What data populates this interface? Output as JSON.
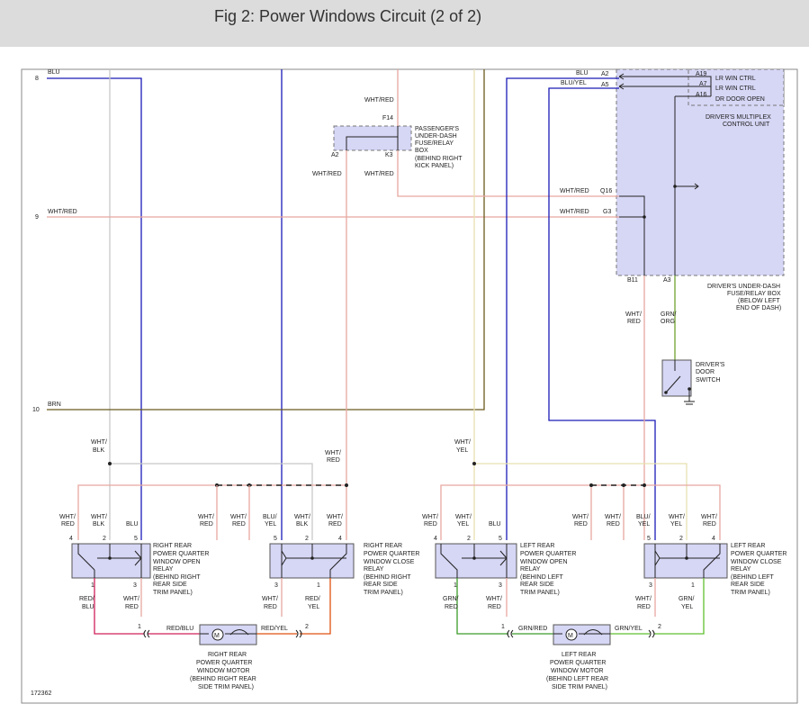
{
  "header": {
    "title": "Fig 2: Power Windows Circuit (2 of 2)"
  },
  "figure_id": "172362",
  "row_numbers": [
    "8",
    "9",
    "10"
  ],
  "colors": {
    "blu": "#1a1ab8",
    "wht": "#c8c8c8",
    "whtred": "#e8a8a0",
    "brn": "#6b5a1e",
    "whtyel": "#e8e0b0",
    "redblu": "#d0205a",
    "redyel": "#e05010",
    "grnred": "#3c9c2a",
    "grnyel": "#60c030",
    "grnorg": "#70a030",
    "component": "#d6d6f5"
  },
  "labels": {
    "blu": "BLU",
    "wht_red": "WHT/RED",
    "brn": "BRN",
    "blu_yel": "BLU/YEL",
    "wht_": "WHT/",
    "red": "RED",
    "blk": "BLK",
    "blu_": "BLU/",
    "yel": "YEL",
    "red_": "RED/",
    "grn_": "GRN/",
    "org": "ORG",
    "red_blu": "RED/BLU",
    "red_yel": "RED/YEL",
    "grn_red": "GRN/RED",
    "grn_yel": "GRN/YEL"
  },
  "pins": {
    "a2": "A2",
    "a5": "A5",
    "a19": "A19",
    "a7": "A7",
    "a16": "A16",
    "q16": "Q16",
    "g3": "G3",
    "b11": "B11",
    "a3": "A3",
    "f14": "F14",
    "k3": "K3",
    "p1": "1",
    "p2": "2",
    "p3": "3",
    "p4": "4",
    "p5": "5"
  },
  "components": {
    "multiplex": {
      "lr_win_ctrl": "LR WIN CTRL",
      "dr_door_open": "DR DOOR OPEN",
      "name_line1": "DRIVER'S MULTIPLEX",
      "name_line2": "CONTROL UNIT"
    },
    "driver_fuse_box": [
      "DRIVER'S UNDER-DASH",
      "FUSE/RELAY BOX",
      "(BELOW LEFT",
      "END OF DASH)"
    ],
    "passenger_fuse_box": [
      "PASSENGER'S",
      "UNDER-DASH",
      "FUSE/RELAY",
      "BOX",
      "(BEHIND RIGHT",
      "KICK PANEL)"
    ],
    "door_switch": [
      "DRIVER'S",
      "DOOR",
      "SWITCH"
    ],
    "rr_open_relay": [
      "RIGHT REAR",
      "POWER QUARTER",
      "WINDOW OPEN",
      "RELAY",
      "(BEHIND RIGHT",
      "REAR SIDE",
      "TRIM PANEL)"
    ],
    "rr_close_relay": [
      "RIGHT REAR",
      "POWER QUARTER",
      "WINDOW CLOSE",
      "RELAY",
      "(BEHIND RIGHT",
      "REAR SIDE",
      "TRIM PANEL)"
    ],
    "lr_open_relay": [
      "LEFT REAR",
      "POWER QUARTER",
      "WINDOW OPEN",
      "RELAY",
      "(BEHIND LEFT",
      "REAR SIDE",
      "TRIM PANEL)"
    ],
    "lr_close_relay": [
      "LEFT REAR",
      "POWER QUARTER",
      "WINDOW CLOSE",
      "RELAY",
      "(BEHIND LEFT",
      "REAR SIDE",
      "TRIM PANEL)"
    ],
    "rr_motor": [
      "RIGHT REAR",
      "POWER QUARTER",
      "WINDOW MOTOR",
      "(BEHIND RIGHT REAR",
      "SIDE TRIM PANEL)"
    ],
    "lr_motor": [
      "LEFT REAR",
      "POWER QUARTER",
      "WINDOW MOTOR",
      "(BEHIND LEFT REAR",
      "SIDE TRIM PANEL)"
    ],
    "motor_symbol": "M"
  }
}
